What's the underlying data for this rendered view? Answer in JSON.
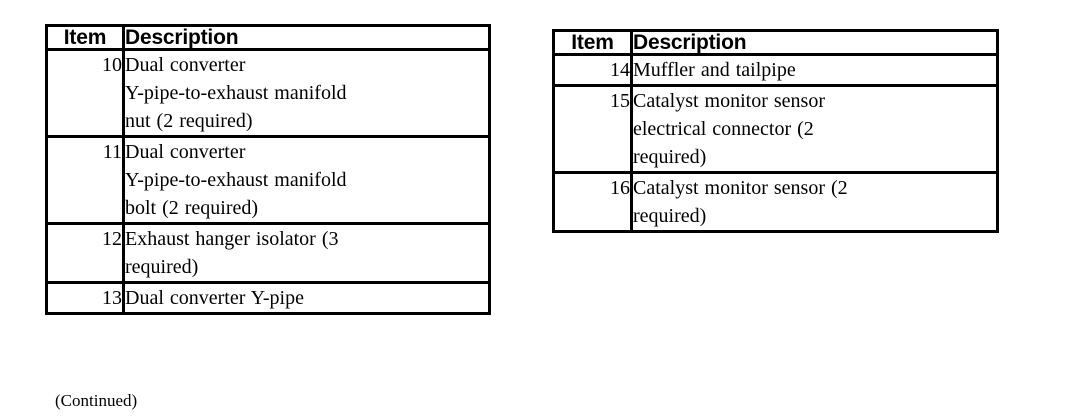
{
  "document": {
    "background_color": "#ffffff",
    "text_color": "#000000",
    "border_color": "#000000",
    "continued_note": "(Continued)"
  },
  "tables": [
    {
      "id": "left",
      "columns": [
        "Item",
        "Description"
      ],
      "rows": [
        {
          "item": "10",
          "description_lines": [
            "Dual converter",
            "Y-pipe-to-exhaust manifold",
            "nut (2 required)"
          ]
        },
        {
          "item": "11",
          "description_lines": [
            "Dual converter",
            "Y-pipe-to-exhaust manifold",
            "bolt (2 required)"
          ]
        },
        {
          "item": "12",
          "description_lines": [
            "Exhaust hanger isolator (3",
            "required)"
          ]
        },
        {
          "item": "13",
          "description_lines": [
            "Dual converter Y-pipe"
          ]
        }
      ]
    },
    {
      "id": "right",
      "columns": [
        "Item",
        "Description"
      ],
      "rows": [
        {
          "item": "14",
          "description_lines": [
            "Muffler and tailpipe"
          ]
        },
        {
          "item": "15",
          "description_lines": [
            "Catalyst monitor sensor",
            "electrical connector (2",
            "required)"
          ]
        },
        {
          "item": "16",
          "description_lines": [
            "Catalyst monitor sensor (2",
            "required)"
          ]
        }
      ]
    }
  ]
}
